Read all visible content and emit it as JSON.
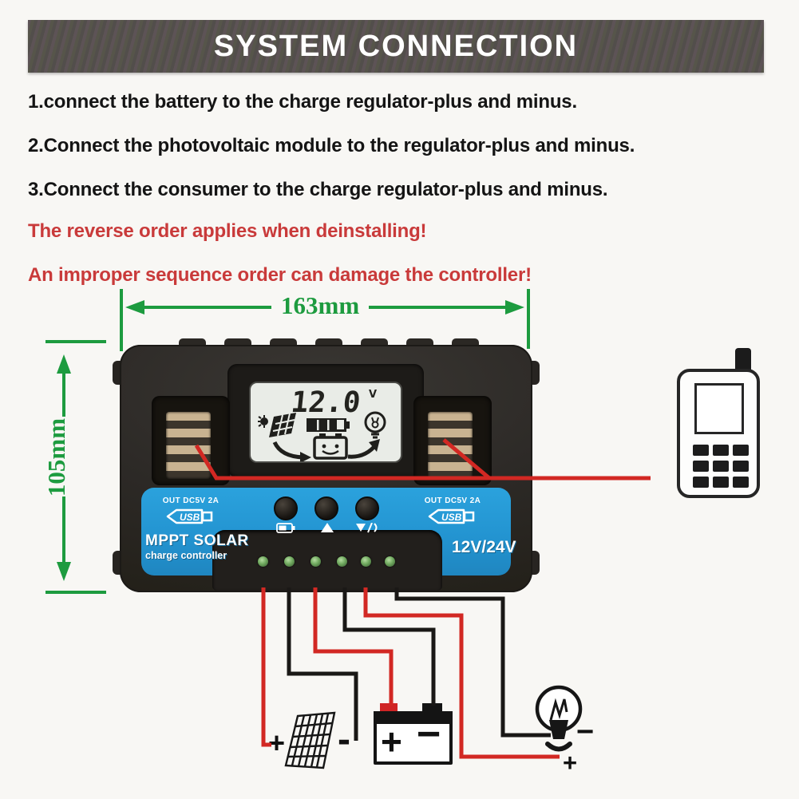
{
  "banner": {
    "title": "SYSTEM CONNECTION"
  },
  "steps": [
    {
      "text": "1.connect the battery to the charge regulator-plus and minus."
    },
    {
      "text": "2.Connect the photovoltaic module to the regulator-plus and minus."
    },
    {
      "text": "3.Connect the consumer to the charge regulator-plus and minus."
    }
  ],
  "warnings": [
    {
      "text": "The reverse order applies when deinstalling!"
    },
    {
      "text": "An improper sequence order can damage the controller!"
    }
  ],
  "dimensions": {
    "width": "163mm",
    "height": "105mm"
  },
  "controller": {
    "lcd": {
      "voltage": "12.0",
      "unit": "V"
    },
    "usb_left": {
      "label": "OUT DC5V 2A",
      "logo": "USB"
    },
    "usb_right": {
      "label": "OUT DC5V 2A",
      "logo": "USB"
    },
    "brand_line1": "MPPT SOLAR",
    "brand_line2": "charge controller",
    "rating": "12V/24V"
  },
  "connections": {
    "solar_plus": "+",
    "solar_minus": "-",
    "battery_plus": "+",
    "battery_minus": "−",
    "lamp_minus": "−",
    "lamp_plus": "+"
  },
  "colors": {
    "banner_bg": "#55504a",
    "panel_blue": "#2394d1",
    "wire_red": "#d22823",
    "wire_black": "#1a1816",
    "dimension_green": "#1d9b3f",
    "warning_red": "#c93a3a",
    "lcd_bg": "#e9ece7"
  }
}
